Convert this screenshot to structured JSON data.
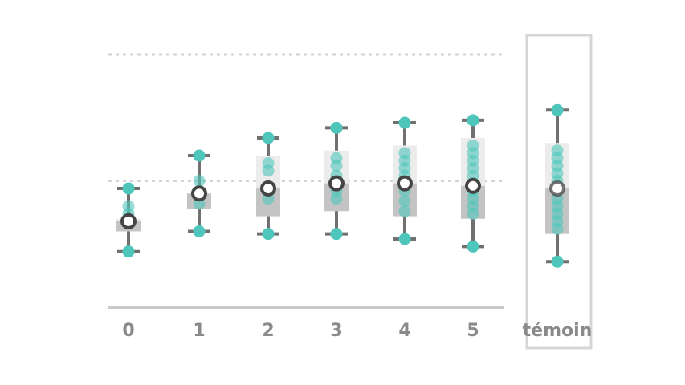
{
  "chart_data": {
    "type": "box",
    "categories": [
      "0",
      "1",
      "2",
      "3",
      "4",
      "5",
      "témoin"
    ],
    "reference_lines": [
      1.0,
      0.5
    ],
    "groups": [
      {
        "category": "0",
        "min": 0.22,
        "q1": 0.3,
        "q3": 0.35,
        "max": 0.47,
        "center": 0.34,
        "points": [
          0.22,
          0.33,
          0.37,
          0.4,
          0.47
        ]
      },
      {
        "category": "1",
        "min": 0.3,
        "q1": 0.39,
        "q3": 0.45,
        "max": 0.6,
        "center": 0.45,
        "points": [
          0.3,
          0.41,
          0.46,
          0.5,
          0.6
        ]
      },
      {
        "category": "2",
        "min": 0.29,
        "q1": 0.36,
        "q3": 0.6,
        "max": 0.67,
        "center": 0.47,
        "points": [
          0.29,
          0.43,
          0.47,
          0.54,
          0.57,
          0.67
        ]
      },
      {
        "category": "3",
        "min": 0.29,
        "q1": 0.38,
        "q3": 0.62,
        "max": 0.71,
        "center": 0.49,
        "points": [
          0.29,
          0.43,
          0.46,
          0.49,
          0.52,
          0.56,
          0.59,
          0.71
        ]
      },
      {
        "category": "4",
        "min": 0.27,
        "q1": 0.36,
        "q3": 0.64,
        "max": 0.73,
        "center": 0.49,
        "points": [
          0.27,
          0.38,
          0.42,
          0.46,
          0.49,
          0.52,
          0.55,
          0.58,
          0.61,
          0.73
        ]
      },
      {
        "category": "5",
        "min": 0.24,
        "q1": 0.35,
        "q3": 0.67,
        "max": 0.74,
        "center": 0.48,
        "points": [
          0.24,
          0.37,
          0.4,
          0.43,
          0.46,
          0.49,
          0.52,
          0.55,
          0.58,
          0.61,
          0.64,
          0.74
        ]
      },
      {
        "category": "témoin",
        "min": 0.18,
        "q1": 0.29,
        "q3": 0.65,
        "max": 0.78,
        "center": 0.47,
        "points": [
          0.18,
          0.31,
          0.34,
          0.37,
          0.4,
          0.43,
          0.47,
          0.5,
          0.53,
          0.56,
          0.59,
          0.62,
          0.78
        ]
      }
    ],
    "highlighted_category": "témoin",
    "colors": {
      "points": "#4fc6bb",
      "whisker": "#707070",
      "box": "#c4c4c4",
      "box_light": "#ececec",
      "center_ring": "#454545",
      "axis": "#c8c8c8",
      "reference": "#d2d2d2",
      "highlight_frame": "#d6d6d6",
      "tick_label": "#8a8a8a"
    }
  }
}
